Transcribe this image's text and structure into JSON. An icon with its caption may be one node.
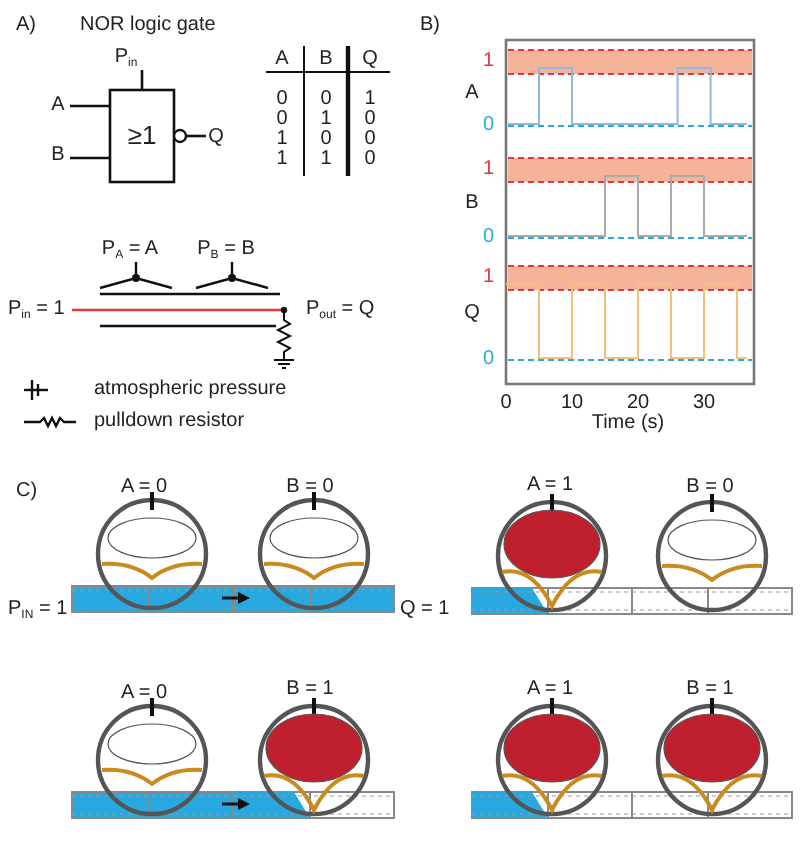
{
  "diagram": {
    "labels": [
      "A)",
      "NOR logic gate",
      "P$_{in}$",
      "A",
      "B",
      "≥1",
      "Q",
      "A",
      "B",
      "Q",
      "0",
      "0",
      "1",
      "0",
      "1",
      "0",
      "1",
      "0",
      "0",
      "1",
      "1",
      "0",
      "P$_{A}$ = A",
      "P$_{B}$ = B",
      "P$_{in}$ = 1",
      "P$_{out}$ = Q",
      "B)",
      "1",
      "A",
      "0",
      "1",
      "B",
      "0",
      "1",
      "Q",
      "0",
      "0",
      "10",
      "20",
      "30",
      "Time (s)",
      "C)",
      "A = 0",
      "B = 0",
      "A = 1",
      "B = 0",
      "P$_{IN}$ = 1",
      "Q = 1",
      "A = 0",
      "B = 1",
      "A = 1",
      "B = 1"
    ],
    "legend": [
      {
        "text": "atmospheric pressure"
      },
      {
        "text": "pulldown resistor"
      }
    ]
  }
}
